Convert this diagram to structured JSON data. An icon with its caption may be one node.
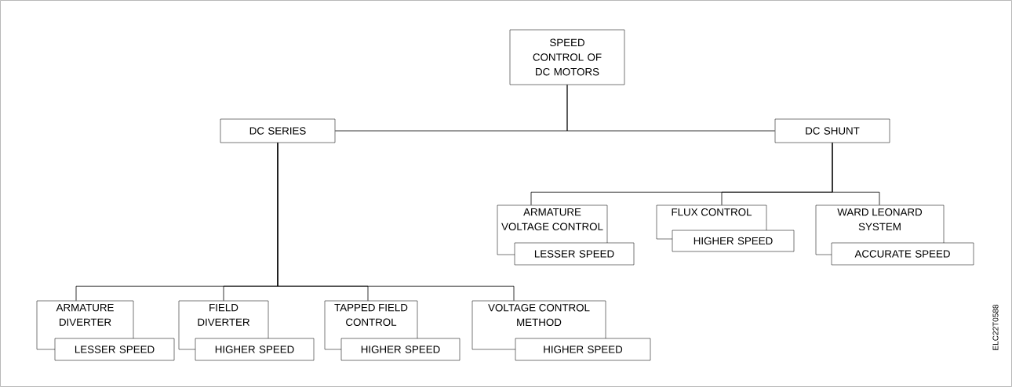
{
  "diagram": {
    "nodes": [
      {
        "text": [
          "SPEED CONTROL OF DC MOTORS"
        ]
      },
      {
        "text": [
          "DC SERIES"
        ]
      },
      {
        "text": [
          "DC SHUNT"
        ]
      },
      {
        "text": [
          "ARMATURE VOLTAGE CONTROL"
        ]
      },
      {
        "text": [
          "LESSER SPEED"
        ]
      },
      {
        "text": [
          "FLUX CONTROL"
        ]
      },
      {
        "text": [
          "HIGHER SPEED"
        ]
      },
      {
        "text": [
          "WARD LEONARD SYSTEM"
        ]
      },
      {
        "text": [
          "ACCURATE SPEED"
        ]
      },
      {
        "text": [
          "ARMATURE DIVERTER"
        ]
      },
      {
        "text": [
          "LESSER SPEED"
        ]
      },
      {
        "text": [
          "FIELD DIVERTER"
        ]
      },
      {
        "text": [
          "HIGHER SPEED"
        ]
      },
      {
        "text": [
          "TAPPED FIELD CONTROL"
        ]
      },
      {
        "text": [
          "HIGHER SPEED"
        ]
      },
      {
        "text": [
          "VOLTAGE CONTROL METHOD"
        ]
      },
      {
        "text": [
          "HIGHER SPEED"
        ]
      }
    ],
    "edges": [
      {
        "from": 0,
        "to": 1,
        "arrow": "none"
      },
      {
        "from": 0,
        "to": 2,
        "arrow": "none"
      },
      {
        "from": 2,
        "to": 3,
        "arrow": "none"
      },
      {
        "from": 2,
        "to": 5,
        "arrow": "none"
      },
      {
        "from": 2,
        "to": 7,
        "arrow": "none"
      },
      {
        "from": 1,
        "to": 9,
        "arrow": "none"
      },
      {
        "from": 1,
        "to": 11,
        "arrow": "none"
      },
      {
        "from": 1,
        "to": 13,
        "arrow": "none"
      },
      {
        "from": 1,
        "to": 15,
        "arrow": "none"
      }
    ],
    "labels": [
      "ELC22T0588"
    ]
  }
}
